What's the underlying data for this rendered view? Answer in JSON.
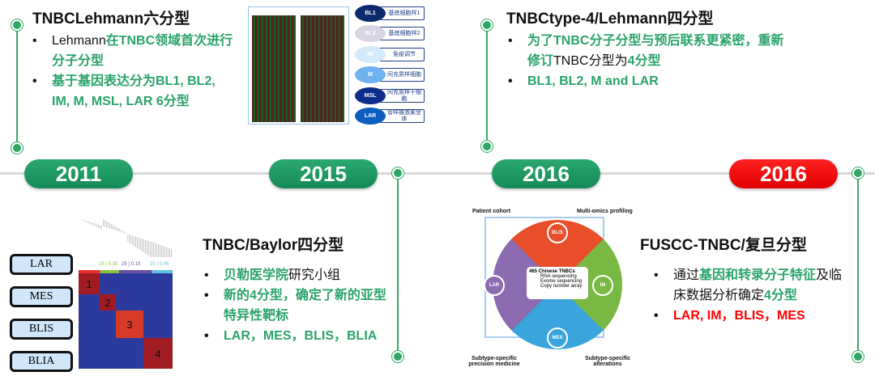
{
  "timeline": {
    "years": [
      "2011",
      "2015",
      "2016",
      "2016"
    ]
  },
  "block_2011": {
    "title": "TNBCLehmann六分型",
    "b1_a": "Lehmann",
    "b1_b": "在TNBC领域首次进行分子分型",
    "b2": "基于基因表达分为BL1, BL2, IM, M, MSL, LAR 6分型",
    "subtypes": [
      {
        "code": "BL1",
        "name": "基底细胞样1"
      },
      {
        "code": "BL2",
        "name": "基底细胞样2"
      },
      {
        "code": "IM",
        "name": "免疫调节"
      },
      {
        "code": "M",
        "name": "间充质样细胞"
      },
      {
        "code": "MSL",
        "name": "间充质样干细胞"
      },
      {
        "code": "LAR",
        "name": "管样雄激素受体"
      }
    ]
  },
  "block_2015": {
    "title": "TNBC/Baylor四分型",
    "b1_a": "贝勒医学院",
    "b1_b": "研究小组",
    "b2": "新的4分型，确定了新的亚型特异性靶标",
    "b3": "LAR，MES，BLIS，BLIA",
    "callouts": [
      "LAR",
      "MES",
      "BLIS",
      "BLIA"
    ],
    "blocks": [
      "1",
      "2",
      "3",
      "4"
    ],
    "stats": [
      "15 | 0.30",
      "25 | 0.10",
      "25 | 0.06"
    ]
  },
  "block_2016a": {
    "title": "TNBCtype-4/Lehmann四分型",
    "b1_a": "为了TNBC分子分型与预后联系更紧密，重新修订",
    "b1_b": "TNBC分型为",
    "b1_c": "4分型",
    "b2": "BL1, BL2, M and LAR"
  },
  "block_2016b": {
    "title": "FUSCC-TNBC/复旦分型",
    "b1_a": "通过",
    "b1_b": "基因和转录分子特征",
    "b1_c": "及临床数据分析确定",
    "b1_d": "4分型",
    "b2": "LAR, IM，BLIS，MES",
    "figure": {
      "patient": "Patient cohort",
      "omics": "Multi-omics profiling",
      "precision": "Subtype-specific precision medicine",
      "alterations": "Subtype-specific alterations",
      "center": "465 Chinese TNBCs",
      "methods": [
        "RNA sequencing",
        "Exome sequencing",
        "Copy number array"
      ],
      "nodes": [
        "BLIS",
        "IM",
        "MES",
        "LAR"
      ]
    }
  }
}
